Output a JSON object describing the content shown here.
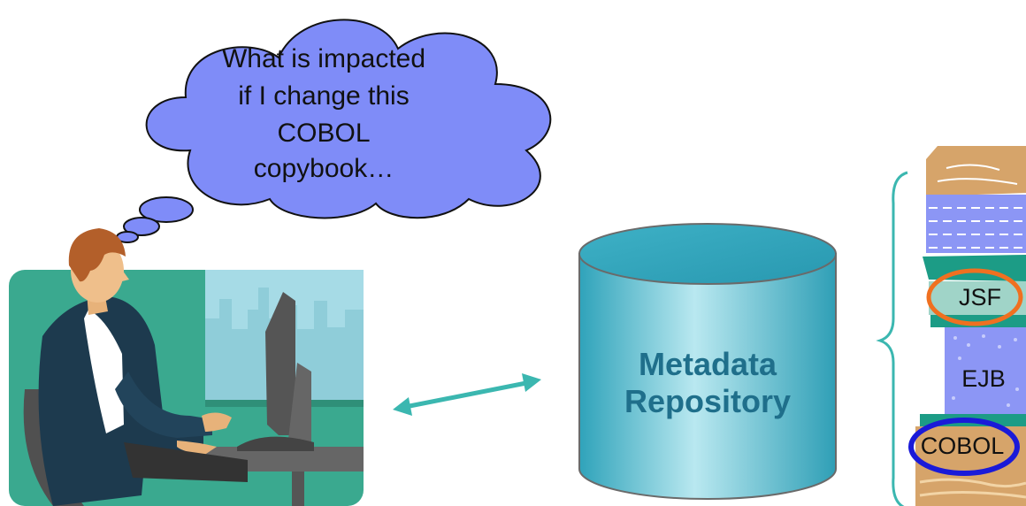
{
  "thought": {
    "lines": [
      "What is impacted",
      "if I change this",
      "COBOL",
      "copybook…"
    ]
  },
  "repository": {
    "label_lines": [
      "Metadata",
      "Repository"
    ]
  },
  "stack": {
    "layers": [
      "JSF",
      "EJB",
      "COBOL"
    ]
  },
  "colors": {
    "cloud_fill": "#7f8cf8",
    "repo_fill": "#5bc3d6",
    "repo_text": "#1f6f8b",
    "arrow": "#3bb7b0",
    "brace": "#3bb7b0",
    "jsf_circle": "#f07020",
    "cobol_circle": "#1a1ad8"
  }
}
